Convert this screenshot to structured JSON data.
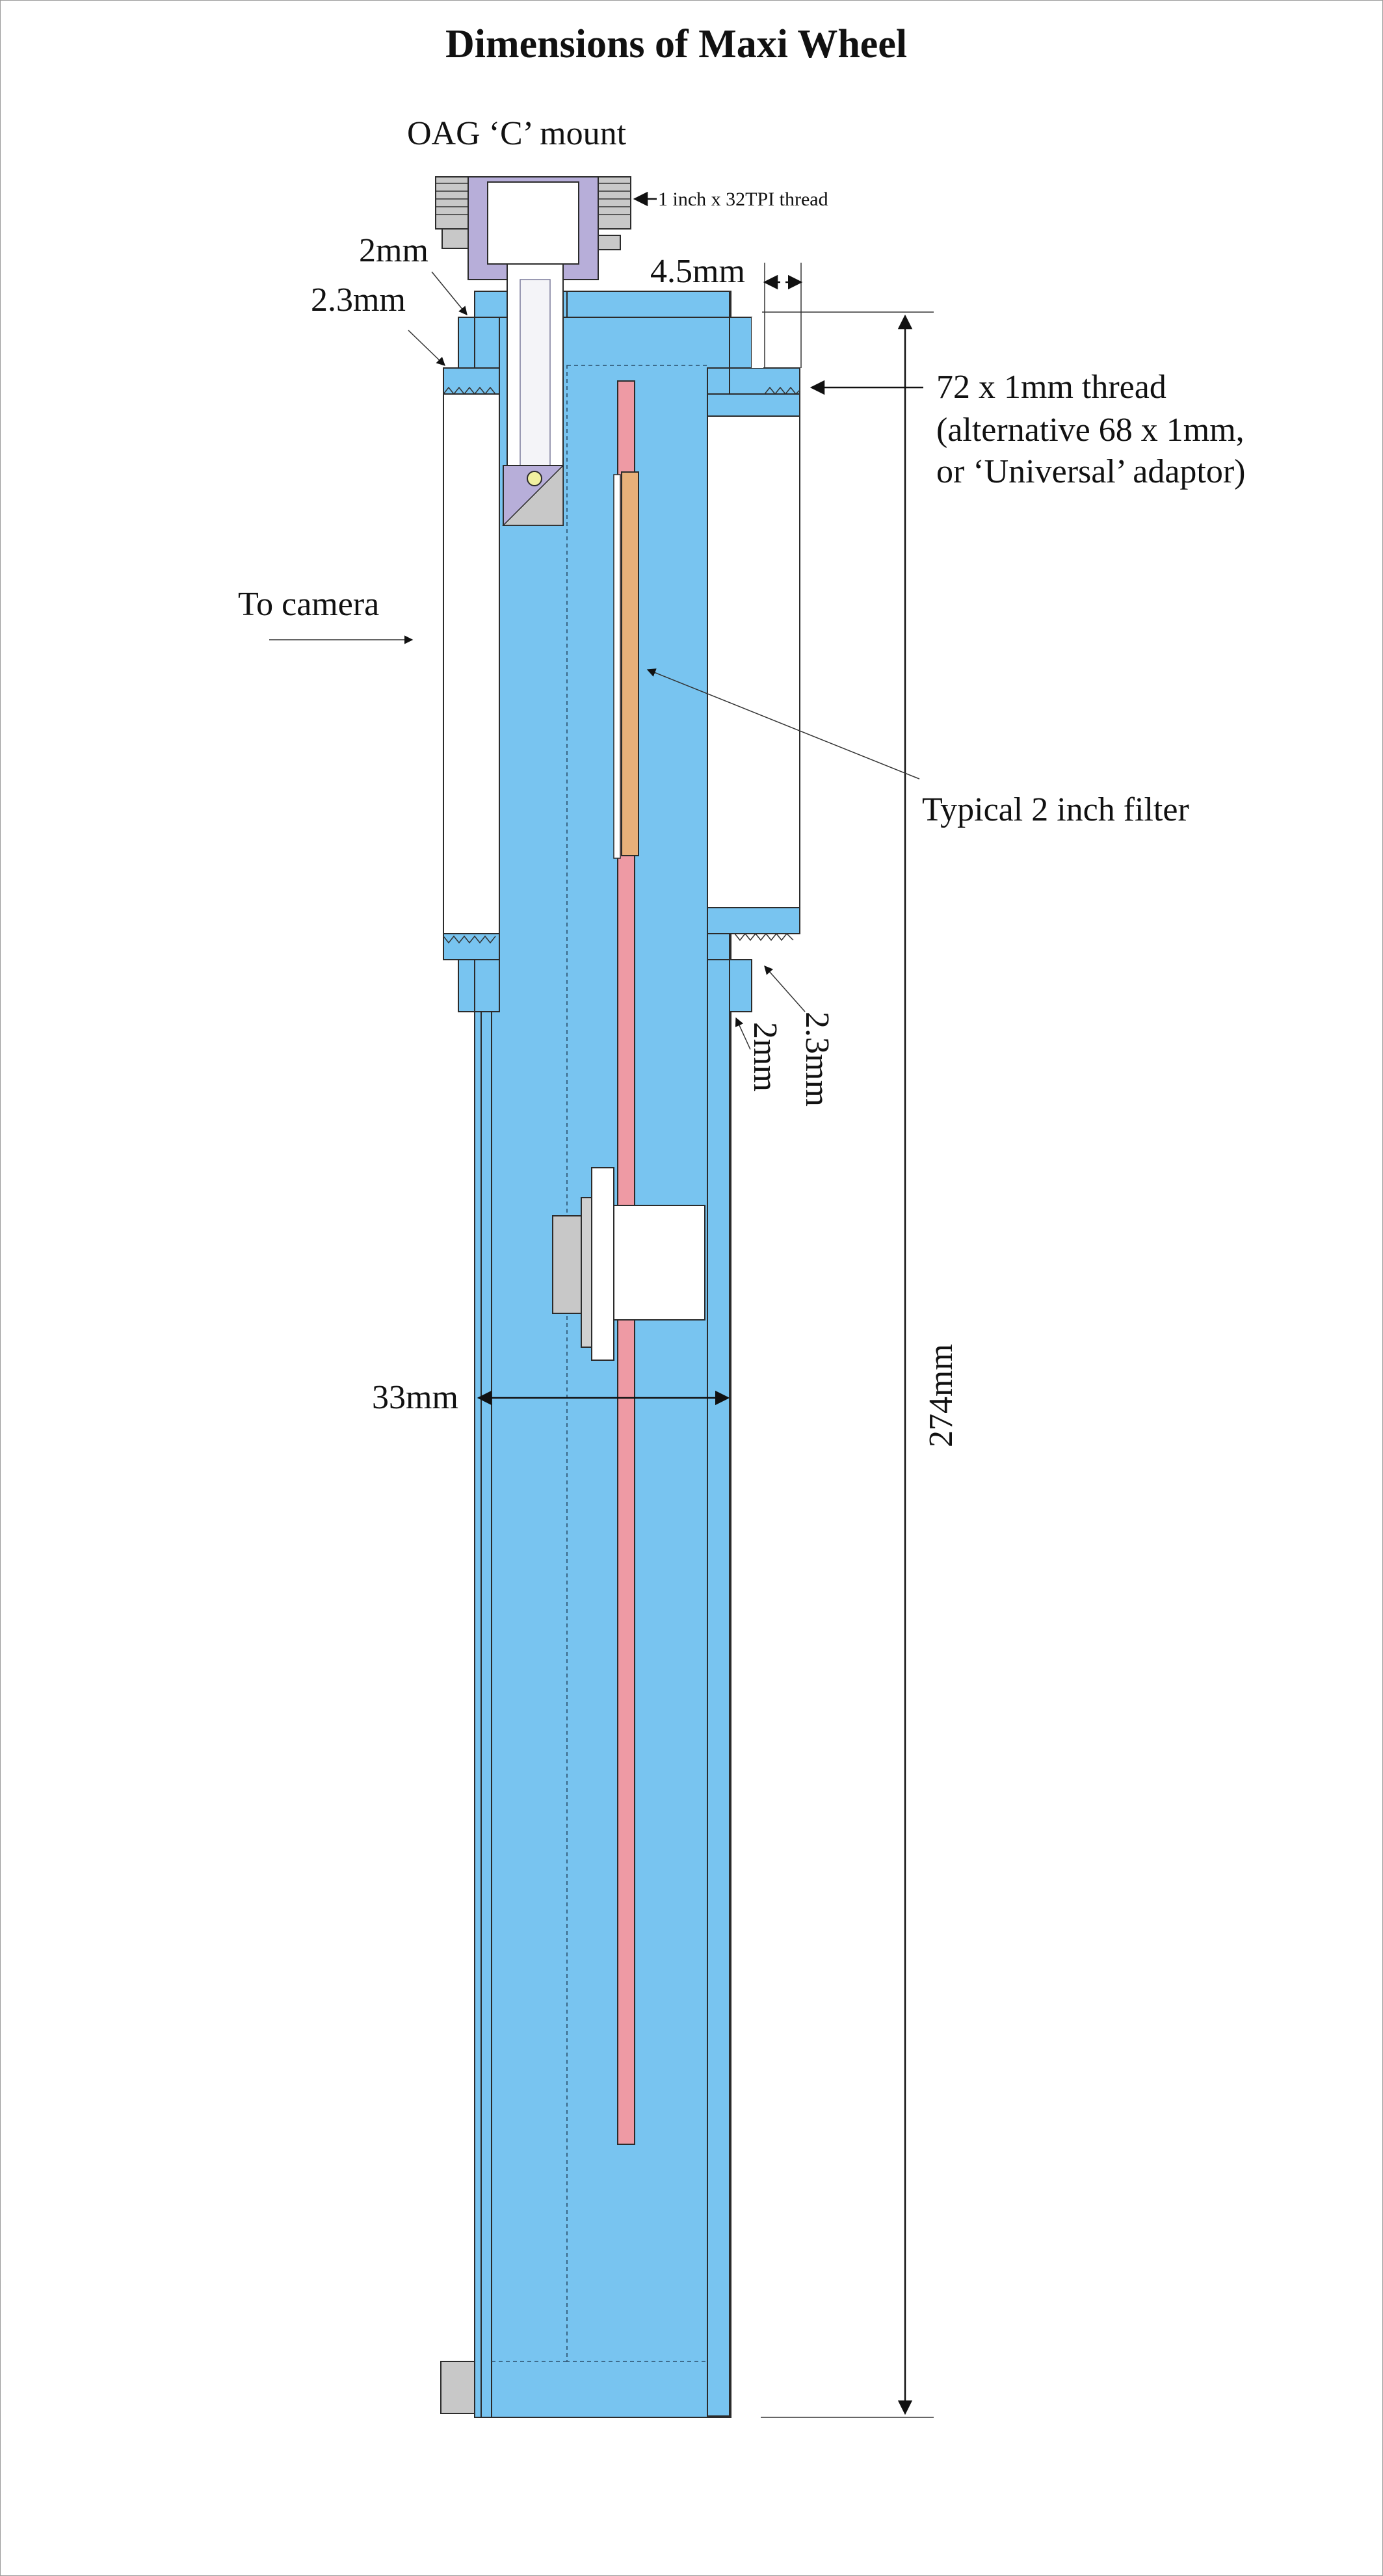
{
  "title": "Dimensions of Maxi Wheel",
  "labels": {
    "oag_mount": "OAG ‘C’ mount",
    "oag_thread": "1 inch x 32TPI thread",
    "dim_2mm_top": "2mm",
    "dim_2_3mm_top": "2.3mm",
    "dim_4_5mm": "4.5mm",
    "thread_line1": "72 x 1mm thread",
    "thread_line2": "(alternative 68 x 1mm,",
    "thread_line3": "or ‘Universal’ adaptor)",
    "to_camera": "To camera",
    "filter": "Typical 2 inch filter",
    "dim_2mm_bottom": "2mm",
    "dim_2_3mm_bottom": "2.3mm",
    "dim_33mm": "33mm",
    "dim_274mm": "274mm"
  },
  "colors": {
    "body": "#78c4f0",
    "oag": "#b7aed9",
    "filter": "#e8b07a",
    "filter_wheel": "#ee9aa4",
    "metal": "#c8c8c8",
    "white_part": "#ffffff"
  }
}
